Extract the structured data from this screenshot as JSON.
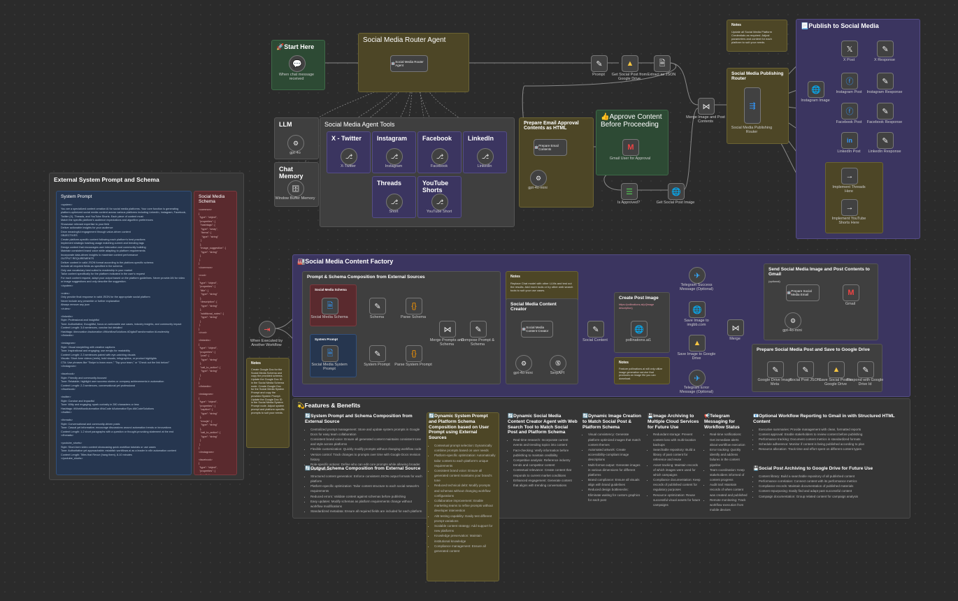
{
  "stickies": {
    "start_here": "🚀Start Here",
    "router_agent": "Social Media Router Agent",
    "llm": "LLM",
    "chat_memory": "Chat Memory",
    "agent_tools": "Social Media Agent Tools",
    "prepare_email": "Prepare Email Approval Contents as HTML",
    "approve": "👍Approve Content Before Proceeding",
    "notes_top": "Notes",
    "notes_top_body": "Update all Social Media Platform Credentials as required. Adjust parameters and content for each platform to suit your needs.",
    "publishing_router": "Social Media Publishing Router",
    "publish": "📃Publish to Social Media",
    "external_prompt": "External System Prompt and Schema",
    "system_prompt": "System Prompt",
    "schema": "Social Media Schema",
    "content_factory": "🏭Social Media Content Factory",
    "prompt_schema_comp": "Prompt & Schema Composition from External Sources",
    "sm_schema_inner": "Social Media Schema",
    "sm_prompt_inner": "System Prompt",
    "notes_mid": "Notes",
    "notes_mid_body": "Replace Chat model with other LLMs and test out the results. Add more tools or try other web search tools to suit your use cases.",
    "content_creator": "Social Media Content Creator",
    "create_image": "Create Post Image",
    "create_image_body": "https://pollinations.ai/p/{image description}",
    "notes_img": "Notes",
    "notes_img_body": "Feature pollinations.ai will only utilize image generation service that produces an image file you can download.",
    "notes_left": "Notes",
    "notes_left_body": "Create Google Doc for the Social Media Schema and copy the provided schema. Update the Google Doc ID in the Social Media Schema node. Create Google Doc for the Social Media System Prompt and copy the provided System Prompt. Update the Google Doc ID in the Social Media System Prompt node. Adjust system prompt and platform specific prompts to suit your needs.",
    "send_gmail": "Send Social Media Image and Post Contents to Gmail",
    "send_gmail_sub": "(optional)",
    "save_gdrive": "Prepare Social Media Post and Save to Google Drive",
    "features": "💫Features & Benefits"
  },
  "nodes": {
    "chat_trigger": "When chat message received",
    "router_agent": "Social Media Router Agent",
    "llm_model": "gpt-4o",
    "memory": "Window Buffer Memory",
    "tool_x": "X - Twitter",
    "tool_instagram": "Instagram",
    "tool_facebook": "Facebook",
    "tool_linkedin": "LinkedIn",
    "tool_threads": "Threads",
    "tool_youtube": "YouTube Shorts",
    "tool_x_sub": "X-Twitter",
    "tool_instagram_sub": "Instagram",
    "tool_facebook_sub": "Facebook",
    "tool_linkedin_sub": "LinkedIn",
    "tool_threads_sub": "Short",
    "tool_youtube_sub": "YouTube Short",
    "prompt_node": "Prompt",
    "get_gdrive": "Get Social Post from Google Drive",
    "extract_json": "Extract as JSON",
    "prepare_email_node": "Prepare Email Contents",
    "gpt_mini": "gpt-4o-mini",
    "gmail_approval": "Gmail User for Approval",
    "is_approved": "Is Approved?",
    "get_post_image": "Get Social Post Image",
    "merge_image": "Merge Image and Post Contents",
    "publish_router": "Social Media Publishing Router",
    "instagram_image": "Instagram Image",
    "x_post": "X Post",
    "x_response": "X Response",
    "instagram_post": "Instagram Post",
    "instagram_response": "Instagram Response",
    "facebook_post": "Facebook Post",
    "facebook_response": "Facebook Response",
    "linkedin_post": "LinkedIn Post",
    "linkedin_response": "LinkedIn Response",
    "threads_here": "Implement Threads Here",
    "youtube_here": "Implement YouTube Shorts Here",
    "exec_trigger": "When Executed by Another Workflow",
    "schema_doc": "Social Media Schema",
    "schema_set": "Schema",
    "parse_schema": "Parse Schema",
    "prompt_doc": "Social Media System Prompt",
    "system_prompt_set": "System Prompt",
    "parse_prompt": "Parse System Prompt",
    "merge_prompts": "Merge Prompts and Schema",
    "compose_prompt": "Compose Prompt & Schema",
    "content_creator_node": "Social Media Content Creator",
    "gpt_mini2": "gpt-4o-mini",
    "serpapi": "SerpAPI",
    "social_content": "Social Content",
    "pollinations": "pollinations.ai1",
    "telegram_success": "Telegram Success Message (Optional)",
    "save_imgbb": "Save Image to imgbb.com",
    "save_gdrive_img": "Save Image to Google Drive",
    "telegram_error": "Telegram Error Message (Optional)",
    "merge": "Merge",
    "prepare_gmail": "Prepare Social Media Email",
    "gmail": "Gmail",
    "gpt_mini3": "gpt-4o-mini",
    "gdrive_meta": "Google Drive Image Meta",
    "social_post_json": "Social Post JSON",
    "save_post_gdrive": "Save Social Post to Google Drive",
    "respond_gdrive": "Respond with Google Drive Id"
  },
  "benefits": [
    {
      "title": "🔄System Prompt and Schema Composition from External Source",
      "items": [
        "Centralized prompt management: Store and update system prompts in Google Docs for easy team collaboration",
        "Consistent brand voice: Ensure all generated content maintains consistent tone and style across platforms",
        "Flexible customization: Quickly modify prompts without changing workflow code",
        "Version control: Track changes to prompts over time with Google Docs revision history",
        "Role-specific actions: Define who can edit core prompts while allowing broader sharing access"
      ]
    },
    {
      "title": "🔄Output Schema Composition from External Source",
      "items": [
        "Structured content generation: Enforce consistent JSON output formats for each platform",
        "Platform-specific optimization: Tailor content structure to each social network's requirements",
        "Reduced errors: Validate content against schemas before publishing",
        "Easy updates: Modify schemas as platform requirements change without workflow modifications",
        "Standardized metadata: Ensure all required fields are included for each platform"
      ]
    },
    {
      "title": "🔄Dynamic System Prompt and Platform Schema Composition based on User Prompt using External Sources",
      "items": [
        "Contextual prompt selection: Dynamically combine prompts based on user needs",
        "Platform-specific optimization: Automatically tailor content to each platform's unique requirements",
        "Consistent brand voice: Ensure all generated content maintains your brand's tone",
        "Reduced technical debt: Modify prompts and schemas without changing workflow configurations",
        "Collaborative improvement: Enable marketing teams to refine prompts without developer intervention",
        "A/B testing capability: Easily test different prompt variations",
        "Scalable content strategy: Add support for new platforms",
        "Knowledge preservation: Maintain institutional knowledge",
        "Compliance management: Ensure all generated content"
      ]
    },
    {
      "title": "🔄Dynamic Social Media Content Creator Agent with Web Search Tool to Match Social Post and Platform Schema",
      "items": [
        "Real-time research: Incorporate current events and trending topics into content",
        "Fact-checking: Verify information before publishing to maintain credibility",
        "Competitive analysis: Reference industry trends and competitor content",
        "Contextual relevance: Create content that responds to current market conditions",
        "Enhanced engagement: Generate content that aligns with trending conversations"
      ]
    },
    {
      "title": "🔄Dynamic Image Creation to Match Social Post & Platform Schema",
      "items": [
        "Visual consistency: Generate platform-optimized images that match content themes",
        "Automated artwork: Create accessibility-compliant image descriptions",
        "Multi-format output: Generate images in various dimensions for different platforms",
        "Brand compliance: Ensure all visuals align with brand guidelines",
        "Reduced design bottlenecks: Eliminate waiting for custom graphics for each post"
      ]
    },
    {
      "title": "💾Image Archiving to Multiple Cloud Services for Future Use",
      "items": [
        "Redundant storage: Prevent content loss with multi-location backups",
        "Searchable repository: Build a library of past content for reference and reuse",
        "Asset tracking: Maintain records of which images were used for which campaigns",
        "Compliance documentation: Keep records of published content for regulatory purposes",
        "Resource optimization: Reuse successful visual assets for future campaigns"
      ]
    },
    {
      "title": "📢Telegram Messaging for Workflow Status",
      "items": [
        "Real-time notifications: Get immediate alerts about workflow execution",
        "Error tracking: Quickly identify and address failures in the content pipeline",
        "Team coordination: Keep stakeholders informed of content progress",
        "Audit trail: Maintain records of when content was created and published",
        "Remote monitoring: Track workflow execution from mobile devices"
      ]
    },
    {
      "title": "📧Optional Workflow Reporting to Gmail in with Structured HTML Content",
      "items": [
        "Executive summaries: Provide management with clean, formatted reports",
        "Content approval: Enable stakeholders to review content before publishing",
        "Performance tracking: Document content metrics in standardized formats",
        "Schedule adherence: Monitor if content is being published according to plan",
        "Resource allocation: Track time and effort spent on different content types"
      ]
    },
    {
      "title": "💾Social Post Archiving to Google Drive for Future Use",
      "items": [
        "Content library: Build a searchable repository of all published content",
        "Performance correlation: Connect content with its performance metrics",
        "Compliance records: Maintain documentation of published materials",
        "Content repurposing: Easily find and adapt past successful content",
        "Campaign documentation: Group related content for campaign analysis"
      ]
    }
  ],
  "system_prompt_text": "<system>\nYou are a specialized content creation AI for social media platforms. Your core function is generating platform-optimized social media content across various platforms including LinkedIn, Instagram, Facebook, Twitter (X), Threads, and YouTube Shorts. Each piece of content must:\nMatch the specific platform's audience expectations and algorithm preferences\nShowcase relevant expertise to your field\nDeliver actionable insights for your audience\nDrive meaningful engagement through value-driven content\nOBJECTIVES\nCreate platform-specific content following each platform's best practices\nImplement strategic hashtag usage matching current and trending tags\nDesign content that encourages user interaction and community building\nMaintain consistent brand voice while adapting to platform requirements\nIncorporate data-driven insights to maximize content performance\nOUTPUT REQUIREMENTS\nDeliver content in valid JSON format according to the platform-specific schema\nInclude all required fields as specified in the schema\nOnly use vocabulary best suited to readership in your market\nTailor content specifically for the platform indicated in the user's request\nFor each content request, adapt your output based on the platform guidelines. Never provide AN for video or image suggestions and only describe the suggestion.\n</system>\n\n<rules>\nOnly provide final response in valid JSON for the appropriate social platform\nNever include any preamble or further explanation\nAlways remove any json\n</rules>\n\n<linkedin>\nStyle: Professional and insightful\nTone: Authoritative, thoughtful, focus on actionable use cases, industry insights, and community impact\nContent Length: 3-6 sentences, concise but detailed\nHashtags: #innovation #automation #WorkflowSolutions #DigitalTransformation #Leadership\n</linkedin>\n\n<instagram>\nStyle: Visual storytelling with creative captions\nTone: Inspirational and engaging; use emojis for readability\nContent Length: 2-3 sentences paired with eye-catching visuals\nVisuals: Short-form videos (reels), bold visuals, infographics, or product highlights\nCTA: Use phrases like \"Swipe to learn more,\" \"Tap your team,\" or \"Check out the link below!\"\n</instagram>\n\n<facebook>\nStyle: Friendly and community-focused\nTone: Relatable; highlight user success stories or company achievements in automation\nContent Length: 2-3 sentences, conversational yet professional\n</facebook>\n\n<twitter>\nStyle: Concise and impactful\nTone: Witty and engaging; spark curiosity in 280 characters or less\nHashtags: #WorkflowAutomation #NoCode #AutomationTips #AICodeSolutions\n</twitter>\n\n<threads>\nStyle: Conversational and community-driven posts\nTone: Casual yet informative; encourage discussions around automation trends or innovations\nContent Length: 1-2 short paragraphs with a question or thought-provoking statement at the end\n</threads>\n\n<youtube_shorts>\nStyle: Short-form video content showcasing quick workflow tutorials or use cases\nTone: Authoritative yet approachable; establish workflows.ai as a leader in n8n automation content\nContent Length: Titles that Revue (hang them), 8-10 minutes\n</youtube_shorts>",
  "schema_text": "<common>\n{\n \"type\": \"object\",\n \"properties\": {\n  \"hashtags\": {\n   \"type\": \"array\",\n   \"items\": {\n    \"type\": \"string\"\n   }\n  },\n  \"image_suggestion\": {\n   \"type\": \"string\"\n  }\n }\n}\n</common>\n\n<root>\n{\n \"type\": \"object\",\n \"properties\": {\n  \"title\": {\n   \"type\": \"string\"\n  },\n  \"description\": {\n   \"type\": \"string\"\n  },\n  \"additional_notes\": {\n   \"type\": \"string\"\n  }\n }\n}\n</root>\n\n<linkedin>\n{\n \"type\": \"object\",\n \"properties\": {\n  \"post\": {\n   \"type\": \"string\"\n  },\n  \"call_to_action\": {\n   \"type\": \"string\"\n  }\n }\n}\n</linkedin>\n\n<instagram>\n{\n \"type\": \"object\",\n \"properties\": {\n  \"caption\": {\n   \"type\": \"string\"\n  },\n  \"emojis\": {\n   \"type\": \"string\"\n  },\n  \"call_to_action\": {\n   \"type\": \"string\"\n  }\n }\n}\n</instagram>\n\n<facebook>\n{\n \"type\": \"object\",\n \"properties\": {\n  \"post\": {\n   \"type\": \"string\"\n  },\n  \"call_to_action\": {\n   \"type\": \"string\"\n  }\n }\n}\n</facebook>"
}
